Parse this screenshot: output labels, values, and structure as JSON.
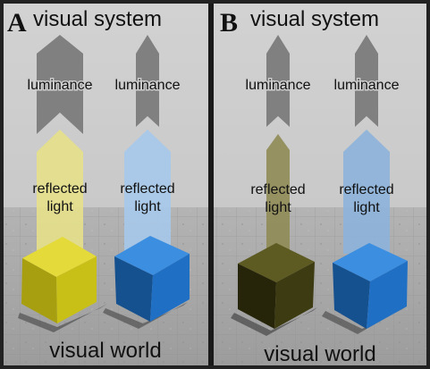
{
  "panels": [
    {
      "letter": "A",
      "title": "visual system",
      "bottom": "visual world",
      "columns": [
        {
          "luminance": "luminance",
          "reflected": [
            "reflected",
            "light"
          ],
          "arrow_color": "#e6e08a",
          "cube_color": "#c9c017",
          "luminance_weight": "strong"
        },
        {
          "luminance": "luminance",
          "reflected": [
            "reflected",
            "light"
          ],
          "arrow_color": "#a6c8ea",
          "cube_color": "#1f6fc4",
          "luminance_weight": "weak"
        }
      ]
    },
    {
      "letter": "B",
      "title": "visual system",
      "bottom": "visual world",
      "columns": [
        {
          "luminance": "luminance",
          "reflected": [
            "reflected",
            "light"
          ],
          "arrow_color": "#8f8b55",
          "cube_color": "#3d3b12",
          "luminance_weight": "weak"
        },
        {
          "luminance": "luminance",
          "reflected": [
            "reflected",
            "light"
          ],
          "arrow_color": "#8cb2da",
          "cube_color": "#1f6fc4",
          "luminance_weight": "weak"
        }
      ]
    }
  ],
  "colors": {
    "luminance_arrow": "#808080",
    "sky": "#c9c9c9",
    "floor": "#a9a9a9",
    "frame": "#222222"
  }
}
